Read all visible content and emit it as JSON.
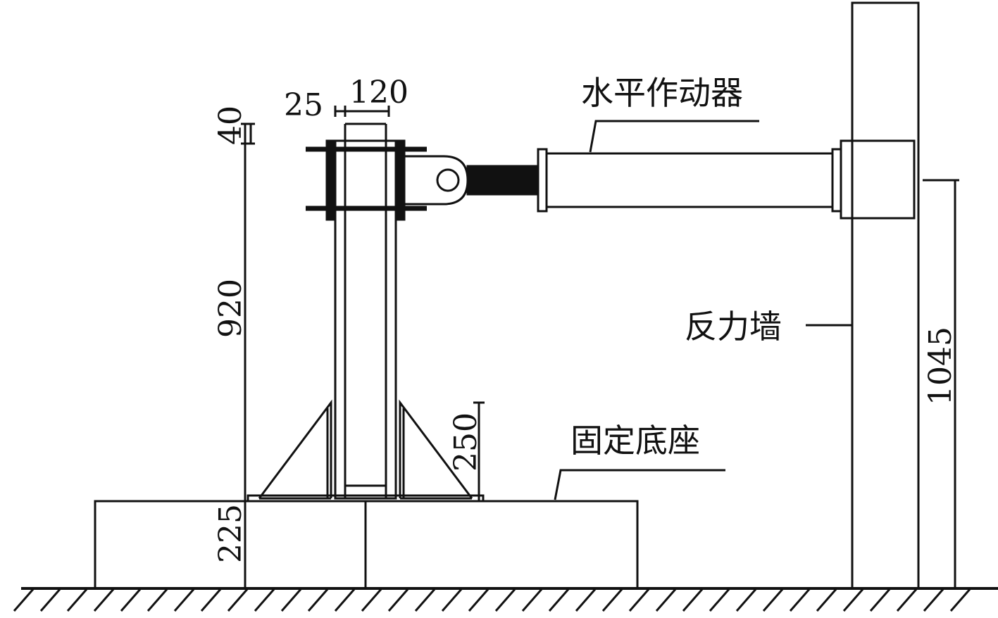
{
  "labels": {
    "actuator": "水平作动器",
    "reaction_wall": "反力墙",
    "fixed_base": "固定底座"
  },
  "dimensions": {
    "d25": "25",
    "d120": "120",
    "d40": "40",
    "d920": "920",
    "d250": "250",
    "d225": "225",
    "d1045": "1045"
  },
  "colors": {
    "line": "#111111",
    "background": "#ffffff"
  }
}
